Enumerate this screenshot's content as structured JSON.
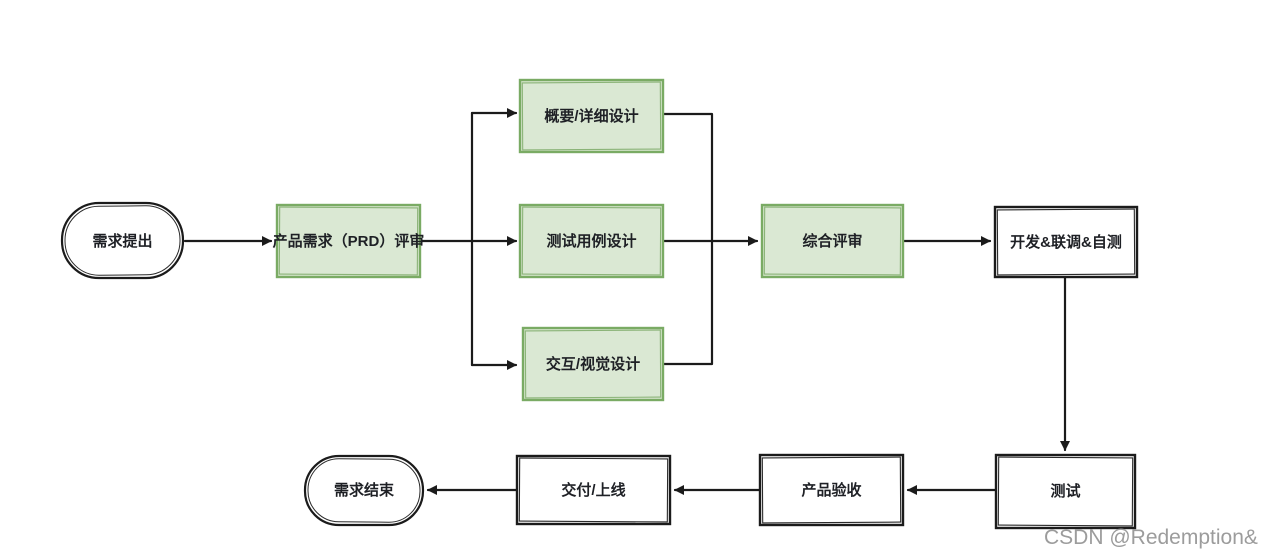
{
  "diagram": {
    "type": "flowchart",
    "background": "#ffffff",
    "colors": {
      "green_node_fill": "#dae8d3",
      "green_node_border": "#7aab64",
      "plain_node_fill": "#ffffff",
      "plain_node_border": "#1b1b1b",
      "arrow": "#1b1b1b",
      "label_text": "#1e2025",
      "watermark_text": "#9c9c9c"
    },
    "nodes": [
      {
        "id": "start",
        "shape": "stadium",
        "style": "plain",
        "label": "需求提出"
      },
      {
        "id": "prd-review",
        "shape": "rect",
        "style": "green",
        "label": "产品需求（PRD）评审"
      },
      {
        "id": "outline-detail-design",
        "shape": "rect",
        "style": "green",
        "label": "概要/详细设计"
      },
      {
        "id": "test-case-design",
        "shape": "rect",
        "style": "green",
        "label": "测试用例设计"
      },
      {
        "id": "interaction-visual-design",
        "shape": "rect",
        "style": "green",
        "label": "交互/视觉设计"
      },
      {
        "id": "joint-review",
        "shape": "rect",
        "style": "green",
        "label": "综合评审"
      },
      {
        "id": "dev-joint-debug-self-test",
        "shape": "rect",
        "style": "plain",
        "label": "开发&联调&自测"
      },
      {
        "id": "testing",
        "shape": "rect",
        "style": "plain",
        "label": "测试"
      },
      {
        "id": "product-acceptance",
        "shape": "rect",
        "style": "plain",
        "label": "产品验收"
      },
      {
        "id": "delivery-launch",
        "shape": "rect",
        "style": "plain",
        "label": "交付/上线"
      },
      {
        "id": "end",
        "shape": "stadium",
        "style": "plain",
        "label": "需求结束"
      }
    ],
    "edges": [
      {
        "from": "start",
        "to": "prd-review"
      },
      {
        "from": "prd-review",
        "to": "outline-detail-design"
      },
      {
        "from": "prd-review",
        "to": "test-case-design"
      },
      {
        "from": "prd-review",
        "to": "interaction-visual-design"
      },
      {
        "from": "outline-detail-design",
        "to": "joint-review"
      },
      {
        "from": "test-case-design",
        "to": "joint-review"
      },
      {
        "from": "interaction-visual-design",
        "to": "joint-review"
      },
      {
        "from": "joint-review",
        "to": "dev-joint-debug-self-test"
      },
      {
        "from": "dev-joint-debug-self-test",
        "to": "testing"
      },
      {
        "from": "testing",
        "to": "product-acceptance"
      },
      {
        "from": "product-acceptance",
        "to": "delivery-launch"
      },
      {
        "from": "delivery-launch",
        "to": "end"
      }
    ],
    "watermark": "CSDN @Redemption&"
  }
}
